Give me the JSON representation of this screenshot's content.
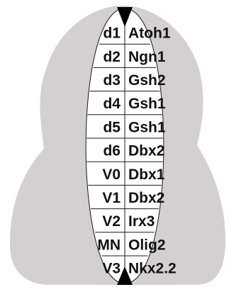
{
  "colors": {
    "background": "#ffffff",
    "tissue": "#d4d0d2",
    "lumen": "#ffffff",
    "lines": "#1a1a1a",
    "text": "#111111",
    "poles": "#000000"
  },
  "domains": [
    {
      "name": "d1",
      "gene": "Atoh1"
    },
    {
      "name": "d2",
      "gene": "Ngn1"
    },
    {
      "name": "d3",
      "gene": "Gsh2"
    },
    {
      "name": "d4",
      "gene": "Gsh1"
    },
    {
      "name": "d5",
      "gene": "Gsh1"
    },
    {
      "name": "d6",
      "gene": "Dbx2"
    },
    {
      "name": "V0",
      "gene": "Dbx1"
    },
    {
      "name": "V1",
      "gene": "Dbx2"
    },
    {
      "name": "V2",
      "gene": "Irx3"
    },
    {
      "name": "MN",
      "gene": "Olig2"
    },
    {
      "name": "V3",
      "gene": "Nkx2.2"
    }
  ]
}
